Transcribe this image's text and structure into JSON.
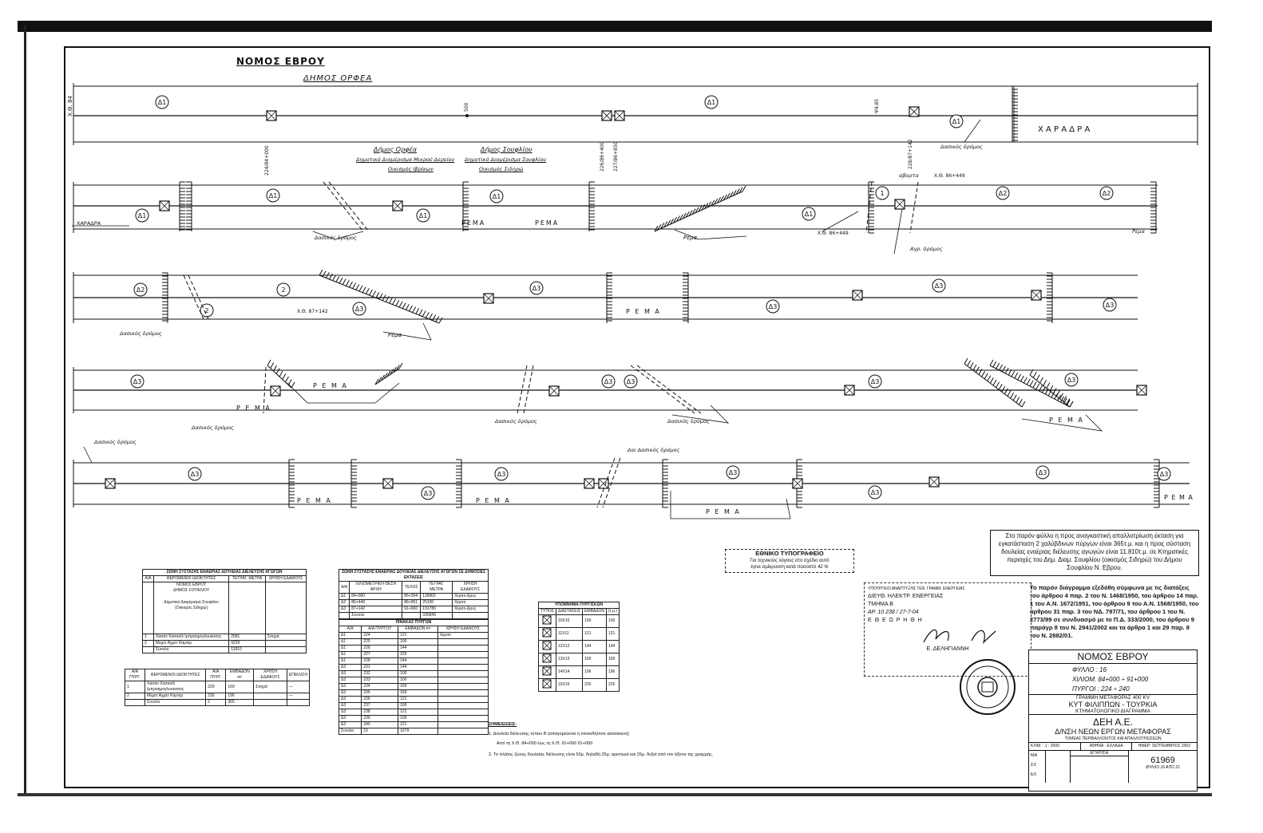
{
  "header": {
    "region": "ΝΟΜΟΣ ΕΒΡΟΥ",
    "municipality": "ΔΗΜΟΣ ΟΡΦΕΑ"
  },
  "strip1": {
    "start_chainage": "Χ.Θ. 84",
    "labels": [
      "Δ1",
      "Δ1",
      "Δ1"
    ],
    "towers": [
      "224/84+000",
      "226/86+400",
      "227/86+850",
      "228/87+142"
    ],
    "marker_500": "500",
    "marker_vs": "Ψ4,85",
    "feature": "Χ Α Ρ Α Δ Ρ Α",
    "road": "Δασικός δρόμος"
  },
  "municipal_boundary": {
    "left_title": "Δήμος Ορφέα",
    "left_sub": "Δημοτικό Διαμέρισμα Μικρού Δερείου",
    "left_settlement": "Οικισμός Ιβρίκων",
    "right_title": "Δήμος Σουφλίου",
    "right_sub": "Δημοτικό Διαμέρισμα Σουφλίου",
    "right_settlement": "Οικισμός Σιδηρώ"
  },
  "strip2": {
    "feature_left": "ΧΑΡΑΔΡΑ",
    "labels": [
      "Δ1",
      "Δ1",
      "Δ1",
      "Δ1",
      "Δ2",
      "Δ2"
    ],
    "rema": "ΡΕΜΑ",
    "rema2": "Ρέμα",
    "rema3": "Ρέμα",
    "road": "Δασικός δρόμος",
    "road2": "Αγρ. δρόμος",
    "circle1": "1",
    "abortion": "αβορτα",
    "chainage": "Χ.Θ. 86+449"
  },
  "strip3": {
    "labels": [
      "Δ2",
      "Δ3",
      "Δ3",
      "Δ3",
      "Δ3",
      "Δ3"
    ],
    "circles": [
      "2",
      "2"
    ],
    "rema": "Ρέμα",
    "rema2": "Ρ Ε Μ Α",
    "road": "Δασικός δρόμος",
    "chainage": "Χ.Θ. 87+142"
  },
  "strip4": {
    "labels": [
      "Δ3",
      "Δ3",
      "Δ3",
      "Δ3",
      "Δ3"
    ],
    "rema": "Ρ Ε Μ Α",
    "rema2": "Ρ Ε Μ Α",
    "rema3": "Ρ Ε Μ Α",
    "road": "Δασικός δρόμος",
    "road2": "Δασικός δρόμος",
    "road3": "Δασικός δρόμος"
  },
  "strip5": {
    "labels": [
      "Δ3",
      "Δ3",
      "Δ3",
      "Δ3",
      "Δ3",
      "Δ3",
      "Δ3"
    ],
    "rema": "Ρ Ε Μ Α",
    "road_left": "Δασικός δρόμος",
    "road_mid": "Δοι Δασικός δρόμος"
  },
  "note_box": "Στο παρόν φύλλο η προς αναγκαστική απαλλοτρίωση έκταση για εγκατάσταση 2 χαλύβδινων πύργων είναι 365τ.μ. και η προς σύσταση δουλείας εναέριας διέλευσης αγωγών είναι 11.810τ.μ. σε Κτηματικές περιοχές του Δημ. Διαμ. Σουφλίου (οικισμός Σιδηρώ) του Δήμου Σουφλίου Ν. Εβρου.",
  "legal_note": "Το παρόν διάγραμμα εξεδόθη σύμφωνα με τις διατάξεις του άρθρου 4 παρ. 2 του Ν. 1468/1950, του άρθρου 14 παρ. 1 του Α.Ν. 1672/1951, του άρθρου 9 του Α.Ν. 1568/1950, του άρθρου 31 παρ. 3 του ΝΔ. 797/71, του άρθρου 1 του Ν. 2773/99 σε συνδυασμό με το Π.Δ. 333/2000, του άρθρου 9 παράγρ 8 του Ν. 2941/2002 και τα άρθρα 1 και 29 παρ. 8 του Ν. 2882/01.",
  "ethniko": {
    "title": "ΕΘΝΙΚΟ ΤΥΠΟΓΡΑΦΕΙΟ",
    "line1": "Για τεχνικούς λόγους στο σχέδιο αυτό",
    "line2": "έγινε σμίκρυνση κατά ποσοστό",
    "value": "42 %"
  },
  "zone_table": {
    "title": "ΖΩΝΗ ΣΥΣΤΑΣΗΣ ΕΝΑΕΡΙΑΣ ΔΟΥΛΕΙΑΣ ΔΙΕΛΕΥΣΗΣ ΑΓΩΓΩΝ",
    "headers": [
      "Α/Α",
      "ΦΕΡΟΜΕΝΟΙ ΙΔΙΟΚΤΗΤΕΣ",
      "ΤΕΤΡΑΓ. ΜΕΤΡΑ",
      "ΧΡΗΣΗ ΕΔΑΦΟΥΣ"
    ],
    "sub1": "ΝΟΜΟΣ ΕΒΡΟΥ",
    "sub2": "ΔΗΜΟΣ ΣΟΥΦΛΙΟΥ",
    "sub3": "Δημοτικό Διαμέρισμα Σουφλίου",
    "sub4": "(Οικισμός Σιδηρώ)",
    "rows": [
      [
        "1",
        "Χασάν Χασασίλ Ιμπραημογλουκιτσος",
        "2581",
        "Σιτηρά"
      ],
      [
        "2",
        "Μεμέτ Αχμέτ Καμτέρ",
        "9229",
        ""
      ],
      [
        "",
        "Σύνολο",
        "11810",
        ""
      ]
    ]
  },
  "owners_table": {
    "headers": [
      "Α/Α ΠΥΡΓ.",
      "ΦΕΡΟΜΕΝΟΙ ΙΔΙΟΚΤΗΤΕΣ",
      "Α/Α ΠΥΡΓ.",
      "ΕΜΒΑΔΟΝ m²",
      "ΧΡΗΣΗ ΕΔΑΦΟΥΣ",
      "ΕΠΙΚΛΙΣΗ"
    ],
    "rows": [
      [
        "1",
        "Χασάν Χασασίλ Ιμπραημογλουκιτσος",
        "229",
        "169",
        "Σιτηρά",
        "—"
      ],
      [
        "2",
        "Μεμέτ Αχμέτ Καμτέρ",
        "230",
        "196",
        "",
        "—"
      ],
      [
        "",
        "Σύνολο",
        "2",
        "365",
        "",
        ""
      ]
    ]
  },
  "tower_table": {
    "title": "ΖΩΝΗ ΣΥΣΤΑΣΗΣ ΕΝΑΕΡΙΑΣ ΔΟΥΛΕΙΑΣ ΔΙΕΛΕΥΣΗΣ ΑΓΩΓΩΝ ΣΕ ΔΗΜΟΣΙΕΣ ΕΚΤΑΣΕΙΣ",
    "headers": [
      "Α/Α",
      "ΧΙΛΙΟΜΕΤΡΙΚΗ ΘΕΣΗ ΑΡΧΗ",
      "ΤΕΛΟΣ",
      "ΤΕΤΡΑΓ. ΜΕΤΡΑ",
      "ΧΡΗΣΗ ΕΔΑΦΟΥΣ"
    ],
    "rows": [
      [
        "Δ1",
        "84+000",
        "86+394",
        "118965",
        "Χέρσο-Δρυς"
      ],
      [
        "Δ2",
        "86+449",
        "86+951",
        "25100",
        "Χέρσο"
      ],
      [
        "Δ3",
        "87+142",
        "91+000",
        "191780",
        "Χέρσο-Δρυς"
      ],
      [
        "",
        "Σύνολο",
        "",
        "335845",
        ""
      ]
    ],
    "pinakas": "ΠΙΝΑΚΑΣ ΠΥΡΓΩΝ",
    "ptable_headers": [
      "Α/Α",
      "Α/Α ΠΥΡΓΟΥ",
      "ΕΜΒΑΔΟΝ m²",
      "ΧΡΗΣΗ ΕΔΑΦΟΥΣ"
    ],
    "prows": [
      [
        "Δ1",
        "224",
        "121",
        "Χέρσο"
      ],
      [
        "Δ1",
        "225",
        "100",
        ""
      ],
      [
        "Δ1",
        "226",
        "144",
        ""
      ],
      [
        "Δ1",
        "227",
        "225",
        ""
      ],
      [
        "Δ1",
        "228",
        "144",
        ""
      ],
      [
        "Δ3",
        "231",
        "144",
        ""
      ],
      [
        "Δ3",
        "232",
        "100",
        ""
      ],
      [
        "Δ3",
        "233",
        "100",
        ""
      ],
      [
        "Δ3",
        "234",
        "169",
        ""
      ],
      [
        "Δ3",
        "235",
        "169",
        ""
      ],
      [
        "Δ3",
        "236",
        "121",
        ""
      ],
      [
        "Δ3",
        "237",
        "100",
        ""
      ],
      [
        "Δ3",
        "238",
        "121",
        ""
      ],
      [
        "Δ3",
        "239",
        "100",
        ""
      ],
      [
        "Δ3",
        "240",
        "121",
        ""
      ],
      [
        "Σύνολο",
        "15",
        "1979",
        ""
      ]
    ]
  },
  "legend": {
    "title": "ΥΠΟΜΝΗΜΑ ΠΥΡΓΙΣΚΩΝ",
    "headers": [
      "ΤΥΠΟΣ",
      "ΔΙΑΣΤΑΣΕΙΣ",
      "ΕΜΒΑΔΟΝ",
      "(τ.μ.)"
    ],
    "rows": [
      [
        "10Χ10",
        "100",
        "100"
      ],
      [
        "11Χ11",
        "121",
        "121"
      ],
      [
        "12Χ12",
        "144",
        "144"
      ],
      [
        "13Χ13",
        "169",
        "169"
      ],
      [
        "14Χ14",
        "196",
        "196"
      ],
      [
        "15Χ15",
        "225",
        "225"
      ]
    ]
  },
  "remarks": {
    "title": "ΣΗΜΕΙΩΣΕΙΣ:",
    "r1": "1. Δουλεία διέλευσης τύπου Β (απαγορεύεται η οποιαδήποτε κατασκευή)",
    "r1b": "Από τη Χ.Θ. 84+000 έως τη Χ.Θ. 91+000 91+000",
    "r2": "2. Το πλάτος ζώνης δουλείας διέλευσης είναι 50μ. δηλαδή 25μ. αριστερά και 25μ. δεξιά από τον άξονα της γραμμής."
  },
  "stamp": {
    "l1": "ΥΠΟΥΡΓΕΙΟ ΑΝΑΠΤΥΞΗΣ ΓΕΝ. ΓΡΑΜΜ. ΕΝΕΡΓΕΙΑΣ",
    "l2": "ΔΙΕΥΘ. ΗΛΕΚΤΡ. ΕΝΕΡΓΕΙΑΣ",
    "l3": "ΤΜΗΜΑ Β",
    "l4": "ΑΡ. 10 238 / 27-7-04",
    "l5": "Ε Θ Ε Ω Ρ Η Θ Η",
    "l6": "Ε. ΔΕΛΗΓΙΑΝΝΗ"
  },
  "title_block": {
    "region": "ΝΟΜΟΣ ΕΒΡΟΥ",
    "sheet_label": "ΦΥΛΛΟ :",
    "sheet": "16",
    "chainage_label": "ΧΙΛΙΟΜ.",
    "chainage": "84+000 ÷ 91+000",
    "towers_label": "ΠΥΡΓΟΙ :",
    "towers": "224 ÷ 240",
    "line": "ΓΡΑΜΜΗ ΜΕΤΑΦΟΡΑΣ 400 KV",
    "line_name": "ΚΥΤ ΦΙΛΙΠΠΩΝ - ΤΟΥΡΚΙΑ",
    "diagram": "ΚΤΗΜΑΤΟΛΟΓΙΚΟ ΔΙΑΓΡΑΜΜΑ",
    "company": "ΔΕΗ Α.Ε.",
    "division": "Δ/ΝΣΗ ΝΕΩΝ ΕΡΓΩΝ ΜΕΤΑΦΟΡΑΣ",
    "sector": "ΤΟΜΕΑΣ ΠΕΡΙΒΑΛΛΟΝΤΟΣ ΚΑΙ ΑΠΑΛΛΟΤΡΙΩΣΕΩΝ",
    "scale": "ΚΛΙΜ. : 1 : 2000",
    "place": "ΑΘΗΝΑ - ΕΛΛΑΔΑ",
    "date": "ΗΜΕΡ: ΣΕΠΤΕΜΒΡΙΟΣ 2002",
    "check": "ΕΓΚΡΙΣΗ",
    "ma": "ΜΑ",
    "sx": "ΣΧ",
    "el": "ΕΛ",
    "number": "61969",
    "sheet_of": "ΦΥΛΛΟ 16 ΑΠΟ 21"
  }
}
